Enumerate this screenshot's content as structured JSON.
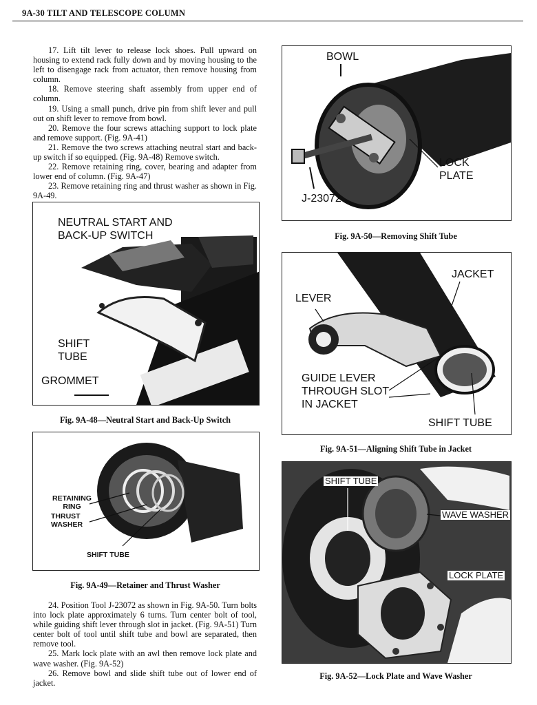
{
  "header": {
    "title": "9A-30  TILT AND TELESCOPE COLUMN"
  },
  "steps_top": [
    "17. Lift tilt lever to release lock shoes. Pull upward on housing to extend rack fully down and by moving housing to the left to disengage rack from actuator, then remove housing from column.",
    "18. Remove steering shaft assembly from upper end of column.",
    "19. Using a small punch, drive pin from shift lever and pull out on shift lever to remove from bowl.",
    "20. Remove the four screws attaching support to lock plate and remove support. (Fig. 9A-41)",
    "21. Remove the two screws attaching neutral start and back-up switch if so equipped. (Fig. 9A-48) Remove switch.",
    "22. Remove retaining ring, cover, bearing and adapter from lower end of column. (Fig. 9A-47)",
    "23. Remove retaining ring and thrust washer as shown in Fig. 9A-49."
  ],
  "steps_bottom": [
    "24. Position Tool J-23072 as shown in Fig. 9A-50. Turn bolts into lock plate approximately 6 turns. Turn center bolt of tool, while guiding shift lever through slot in jacket. (Fig. 9A-51) Turn center bolt of tool until shift tube and bowl are separated, then remove tool.",
    "25. Mark lock plate with an awl then remove lock plate and wave washer. (Fig. 9A-52)",
    "26. Remove bowl and slide shift tube out of lower end of jacket."
  ],
  "fig48": {
    "caption": "Fig. 9A-48—Neutral Start and Back-Up Switch",
    "label_switch": "NEUTRAL START AND\nBACK-UP SWITCH",
    "label_tube": "SHIFT\nTUBE",
    "label_grommet": "GROMMET"
  },
  "fig49": {
    "caption": "Fig. 9A-49—Retainer and Thrust Washer",
    "label_ring": "RETAINING\nRING",
    "label_washer": "THRUST\nWASHER",
    "label_tube": "SHIFT TUBE"
  },
  "fig50": {
    "caption": "Fig. 9A-50—Removing Shift Tube",
    "label_bowl": "BOWL",
    "label_lock": "LOCK\nPLATE",
    "label_tool": "J-23072"
  },
  "fig51": {
    "caption": "Fig. 9A-51—Aligning Shift Tube in Jacket",
    "label_jacket": "JACKET",
    "label_lever": "LEVER",
    "label_guide": "GUIDE LEVER\nTHROUGH SLOT\nIN JACKET",
    "label_tube": "SHIFT TUBE"
  },
  "fig52": {
    "caption": "Fig. 9A-52—Lock Plate and Wave Washer",
    "label_tube": "SHIFT TUBE",
    "label_washer": "WAVE WASHER",
    "label_lock": "LOCK PLATE"
  }
}
